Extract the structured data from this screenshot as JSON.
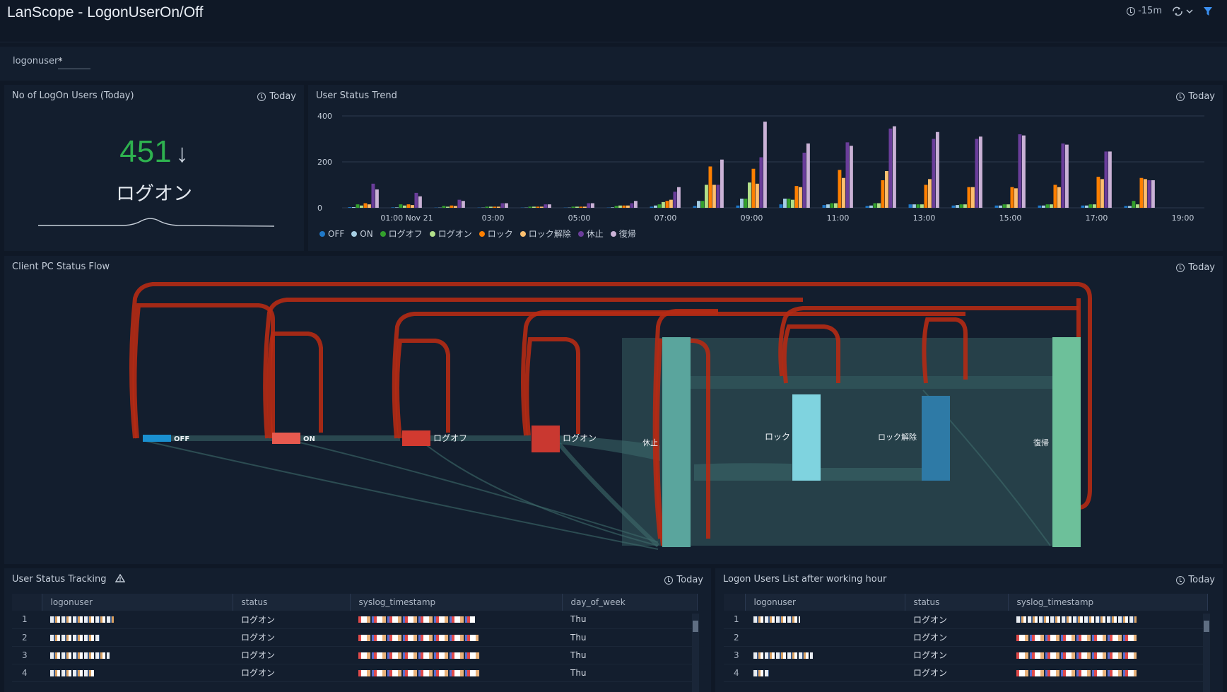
{
  "header": {
    "title": "LanScope - LogonUserOn/Off",
    "time_range": "-15m"
  },
  "filter": {
    "label": "logonuser",
    "value": "*"
  },
  "kpi_panel": {
    "title": "No of LogOn Users (Today)",
    "time": "Today",
    "value": "451",
    "trend": "down",
    "label": "ログオン"
  },
  "trend_panel": {
    "title": "User Status Trend",
    "time": "Today"
  },
  "flow_panel": {
    "title": "Client PC Status Flow",
    "time": "Today",
    "nodes": [
      {
        "label": "OFF",
        "color": "#1a90d0"
      },
      {
        "label": "ON",
        "color": "#e85a4f"
      },
      {
        "label": "ログオフ",
        "color": "#d23a30"
      },
      {
        "label": "ログオン",
        "color": "#c93830"
      },
      {
        "label": "休止",
        "color": "#5aa59d"
      },
      {
        "label": "ロック",
        "color": "#7fd3df"
      },
      {
        "label": "ロック解除",
        "color": "#2e7aa6"
      },
      {
        "label": "復帰",
        "color": "#6dc09a"
      }
    ]
  },
  "tracking_panel": {
    "title": "User Status Tracking",
    "time": "Today",
    "columns": [
      "logonuser",
      "status",
      "syslog_timestamp",
      "day_of_week"
    ],
    "rows": [
      {
        "idx": "1",
        "status": "ログオン",
        "day": "Thu"
      },
      {
        "idx": "2",
        "status": "ログオン",
        "day": "Thu"
      },
      {
        "idx": "3",
        "status": "ログオン",
        "day": "Thu"
      },
      {
        "idx": "4",
        "status": "ログオン",
        "day": "Thu"
      }
    ]
  },
  "after_hours_panel": {
    "title": "Logon Users List after working hour",
    "time": "Today",
    "columns": [
      "logonuser",
      "status",
      "syslog_timestamp"
    ],
    "rows": [
      {
        "idx": "1",
        "status": "ログオン"
      },
      {
        "idx": "2",
        "status": "ログオン"
      },
      {
        "idx": "3",
        "status": "ログオン"
      },
      {
        "idx": "4",
        "status": "ログオン"
      }
    ]
  },
  "chart_data": {
    "type": "bar",
    "title": "",
    "xlabel": "",
    "ylabel": "",
    "ylim": [
      0,
      400
    ],
    "y_ticks": [
      "0",
      "200",
      "400"
    ],
    "x_tick_labels": [
      "01:00 Nov 21",
      "03:00",
      "05:00",
      "07:00",
      "09:00",
      "11:00",
      "13:00",
      "15:00",
      "17:00",
      "19:00"
    ],
    "categories": [
      "00:00",
      "01:00",
      "02:00",
      "03:00",
      "04:00",
      "05:00",
      "06:00",
      "07:00",
      "08:00",
      "09:00",
      "10:00",
      "11:00",
      "12:00",
      "13:00",
      "14:00",
      "15:00",
      "16:00",
      "17:00",
      "18:00",
      "19:00"
    ],
    "legend_position": "bottom-left",
    "grid": true,
    "series": [
      {
        "name": "OFF",
        "color": "#1f78c8",
        "values": [
          3,
          2,
          1,
          1,
          1,
          1,
          1,
          5,
          8,
          10,
          15,
          12,
          8,
          15,
          10,
          10,
          10,
          10,
          8,
          0
        ]
      },
      {
        "name": "ON",
        "color": "#a6cee3",
        "values": [
          3,
          2,
          1,
          1,
          1,
          1,
          2,
          10,
          30,
          40,
          40,
          15,
          10,
          15,
          12,
          10,
          10,
          10,
          8,
          0
        ]
      },
      {
        "name": "ログオフ",
        "color": "#33a02c",
        "values": [
          15,
          15,
          8,
          5,
          5,
          5,
          8,
          15,
          30,
          40,
          40,
          20,
          20,
          15,
          15,
          15,
          15,
          15,
          30,
          0
        ]
      },
      {
        "name": "ログオン",
        "color": "#b2df8a",
        "values": [
          10,
          10,
          5,
          5,
          5,
          5,
          10,
          25,
          100,
          110,
          35,
          20,
          20,
          15,
          15,
          15,
          15,
          15,
          15,
          0
        ]
      },
      {
        "name": "ロック",
        "color": "#ff7f00",
        "values": [
          20,
          15,
          10,
          5,
          5,
          5,
          10,
          30,
          180,
          170,
          95,
          165,
          120,
          100,
          90,
          90,
          100,
          135,
          130,
          0
        ]
      },
      {
        "name": "ロック解除",
        "color": "#fdbf6f",
        "values": [
          15,
          12,
          8,
          5,
          5,
          5,
          10,
          35,
          100,
          105,
          90,
          130,
          160,
          125,
          90,
          85,
          90,
          125,
          125,
          0
        ]
      },
      {
        "name": "休止",
        "color": "#6a3d9a",
        "values": [
          105,
          65,
          35,
          20,
          15,
          20,
          20,
          70,
          100,
          220,
          240,
          285,
          345,
          300,
          300,
          320,
          280,
          245,
          120,
          0
        ]
      },
      {
        "name": "復帰",
        "color": "#cab2d6",
        "values": [
          80,
          50,
          30,
          20,
          15,
          20,
          30,
          90,
          210,
          375,
          280,
          270,
          355,
          330,
          310,
          315,
          275,
          245,
          120,
          0
        ]
      }
    ]
  }
}
